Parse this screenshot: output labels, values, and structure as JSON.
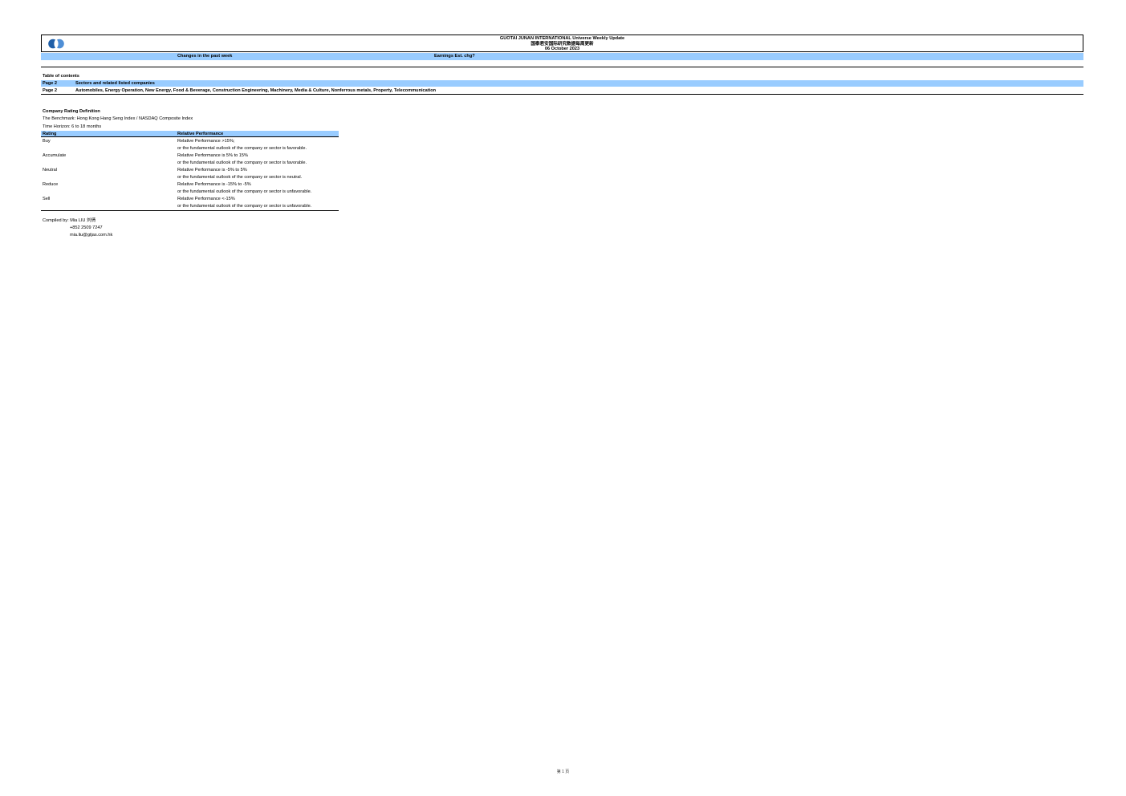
{
  "header": {
    "title_en": "GUOTAI JUNAN INTERNATIONAL Universe Weekly Update",
    "title_cn": "国泰君安国际研究数据每周更新",
    "date": "06 October 2023",
    "changes_label": "Changes in the past week",
    "earnings_label": "Earnings Est. chg?"
  },
  "toc": {
    "title": "Table of contents",
    "rows": [
      {
        "page": "Page 2",
        "text": "Sectors and related listed companies"
      },
      {
        "page": "Page 2",
        "text": "Automobiles,  Energy Operation, New Energy, Food & Beverage, Construction Engineering, Machinery, Media & Culture, Nonferrous metals, Property, Telecommunication"
      }
    ]
  },
  "rating_def": {
    "title": "Company Rating Definition",
    "benchmark": "The Benchmark: Hong Kong Hang Seng Index / NASDAQ Composite Index",
    "horizon": "Time Horizon: 6 to 18 months",
    "col_rating": "Rating",
    "col_perf": "Relative Performance",
    "rows": [
      {
        "rating": "Buy",
        "perf": "Relative Performance >15%;",
        "perf2": "or the fundamental outlook of the company or sector is favorable."
      },
      {
        "rating": "Accumulate",
        "perf": "Relative Performance is 5% to 15%",
        "perf2": "or the fundamental outlook of the company or sector is favorable."
      },
      {
        "rating": "Neutral",
        "perf": "Relative Performance is -5% to 5%",
        "perf2": "or the fundamental outlook of the company or sector is neutral."
      },
      {
        "rating": "Reduce",
        "perf": "Relative Performance is -15% to -5%",
        "perf2": "or the fundamental outlook of the company or sector is unfavorable."
      },
      {
        "rating": "Sell",
        "perf": "Relative Performance <-15%",
        "perf2": "or the fundamental outlook of the company or sector is unfavorable."
      }
    ]
  },
  "compiler": {
    "label": "Compiled by: Mia LIU 刘倩",
    "phone": "+852 2509 7247",
    "email": "mia.liu@gtjas.com.hk"
  },
  "footer": {
    "page": "第 1 页"
  },
  "colors": {
    "accent_blue": "#99ccff",
    "logo_blue": "#1f5fa8"
  }
}
